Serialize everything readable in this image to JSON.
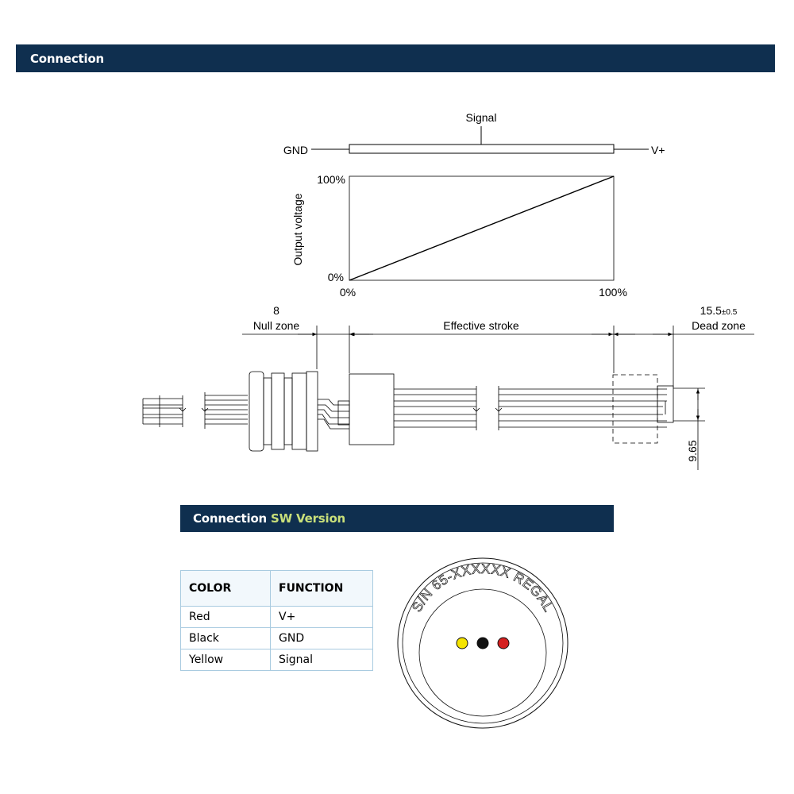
{
  "header": {
    "title": "Connection"
  },
  "sw_header": {
    "title": "Connection",
    "accent": "SW Version"
  },
  "schematic": {
    "gnd": "GND",
    "vplus": "V+",
    "signal": "Signal"
  },
  "output_chart": {
    "ylabel": "Output voltage",
    "y_ticks": [
      "100%",
      "0%"
    ],
    "x_ticks": [
      "0%",
      "100%"
    ],
    "line": [
      [
        0,
        0
      ],
      [
        100,
        100
      ]
    ]
  },
  "dimensions": {
    "null_zone_value": "8",
    "null_zone_label": "Null zone",
    "effective_stroke_label": "Effective stroke",
    "dead_zone_value": "15.5",
    "dead_zone_tolerance": "±0.5",
    "dead_zone_label": "Dead zone",
    "height_value": "9.65"
  },
  "connection_table": {
    "headers": [
      "COLOR",
      "FUNCTION"
    ],
    "rows": [
      [
        "Red",
        "V+"
      ],
      [
        "Black",
        "GND"
      ],
      [
        "Yellow",
        "Signal"
      ]
    ]
  },
  "connector": {
    "engraving": "S/N 65-XXXXXX REGAL",
    "pins": [
      {
        "name": "yellow-pin",
        "color": "#f5e400"
      },
      {
        "name": "black-pin",
        "color": "#111111"
      },
      {
        "name": "red-pin",
        "color": "#d42020"
      }
    ]
  }
}
